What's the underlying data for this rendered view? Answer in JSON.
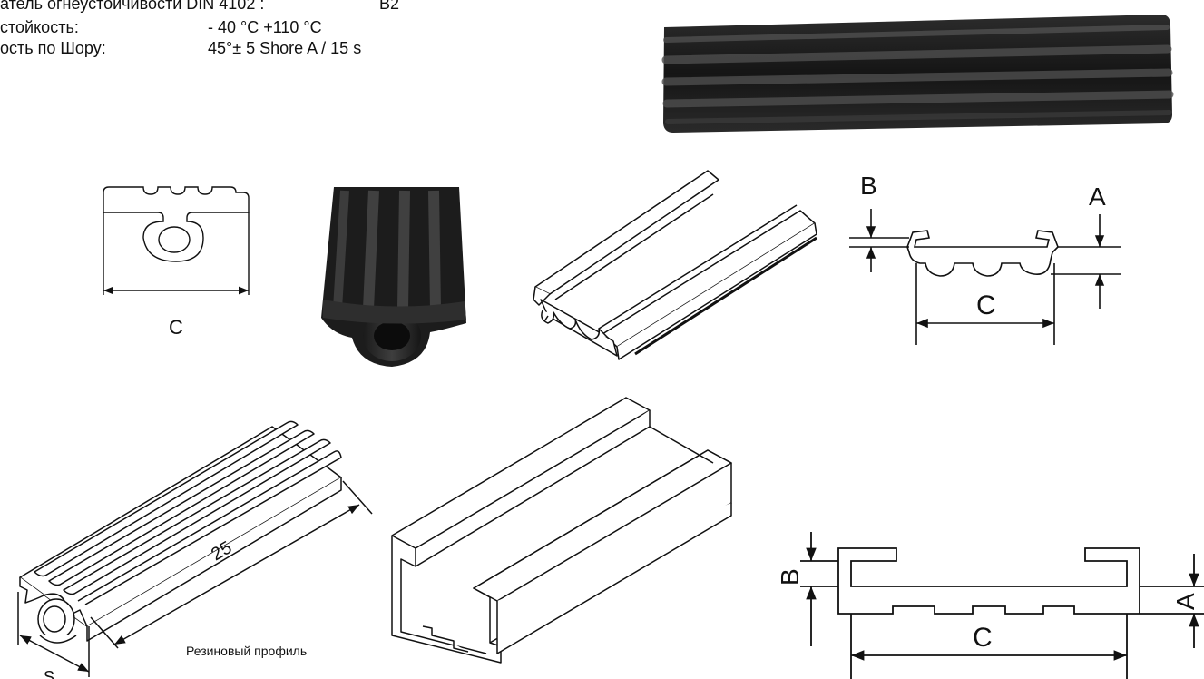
{
  "specs": [
    {
      "label": "атель огнеустойчивости DIN 4102 :",
      "value": "B2"
    },
    {
      "label": "стойкость:",
      "value": "- 40 °C  +110 °C"
    },
    {
      "label": "ость по Шору:",
      "value": "45°± 5 Shore A / 15 s"
    }
  ],
  "dimensions": {
    "top_left_c": "C",
    "top_right_b": "B",
    "top_right_a": "A",
    "top_right_c": "C",
    "bottom_left_length": "25",
    "bottom_left_width": "S",
    "bottom_right_b": "B",
    "bottom_right_a": "A",
    "bottom_right_c": "C"
  },
  "caption": "Резиновый профиль",
  "colors": {
    "line": "#111111",
    "rubber": "#1c1c1c",
    "rubber_light": "#3a3a3a"
  }
}
